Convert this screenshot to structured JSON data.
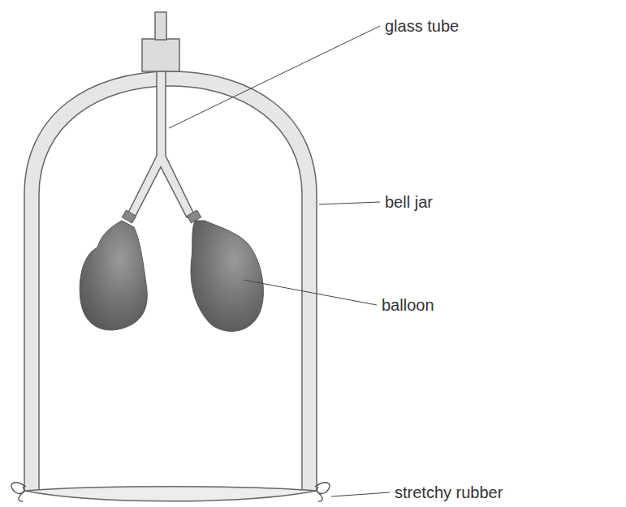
{
  "diagram": {
    "labels": [
      "glass tube",
      "bell jar",
      "balloon",
      "stretchy rubber"
    ]
  }
}
